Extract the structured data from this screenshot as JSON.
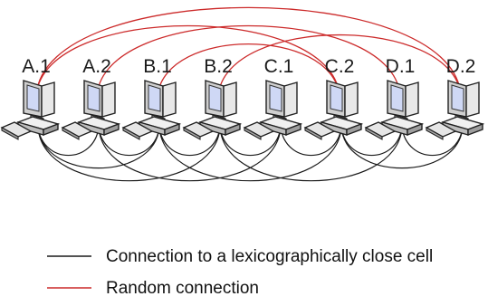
{
  "nodes": [
    {
      "id": "A.1",
      "label": "A.1"
    },
    {
      "id": "A.2",
      "label": "A.2"
    },
    {
      "id": "B.1",
      "label": "B.1"
    },
    {
      "id": "B.2",
      "label": "B.2"
    },
    {
      "id": "C.1",
      "label": "C.1"
    },
    {
      "id": "C.2",
      "label": "C.2"
    },
    {
      "id": "D.1",
      "label": "D.1"
    },
    {
      "id": "D.2",
      "label": "D.2"
    }
  ],
  "close_connections": [
    [
      "A.1",
      "A.2"
    ],
    [
      "A.1",
      "B.1"
    ],
    [
      "A.1",
      "B.2"
    ],
    [
      "A.2",
      "B.1"
    ],
    [
      "A.2",
      "C.1"
    ],
    [
      "B.1",
      "B.2"
    ],
    [
      "B.1",
      "C.2"
    ],
    [
      "B.2",
      "C.1"
    ],
    [
      "B.2",
      "D.1"
    ],
    [
      "C.1",
      "C.2"
    ],
    [
      "C.2",
      "D.1"
    ],
    [
      "C.2",
      "D.2"
    ],
    [
      "D.1",
      "D.2"
    ]
  ],
  "random_connections": [
    [
      "A.1",
      "D.2"
    ],
    [
      "A.1",
      "C.2"
    ],
    [
      "A.2",
      "D.1"
    ],
    [
      "B.1",
      "C.2"
    ],
    [
      "B.2",
      "D.2"
    ]
  ],
  "legend": [
    {
      "key": "close",
      "label": "Connection to a lexicographically close cell",
      "color": "#1a1a1a"
    },
    {
      "key": "random",
      "label": "Random connection",
      "color": "#cc2a2a"
    }
  ],
  "colors": {
    "close": "#1a1a1a",
    "random": "#cc2a2a"
  },
  "icon": "desktop-computer-icon"
}
